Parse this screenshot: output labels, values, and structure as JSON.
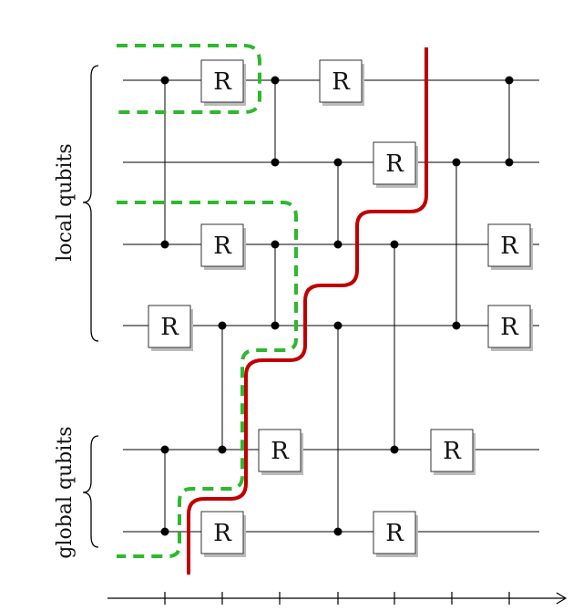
{
  "gate_symbol": "R",
  "groups": {
    "local": "local qubits",
    "global": "global qubits"
  },
  "colors": {
    "red_cut": "#c00000",
    "green_cut": "#2db82d"
  }
}
